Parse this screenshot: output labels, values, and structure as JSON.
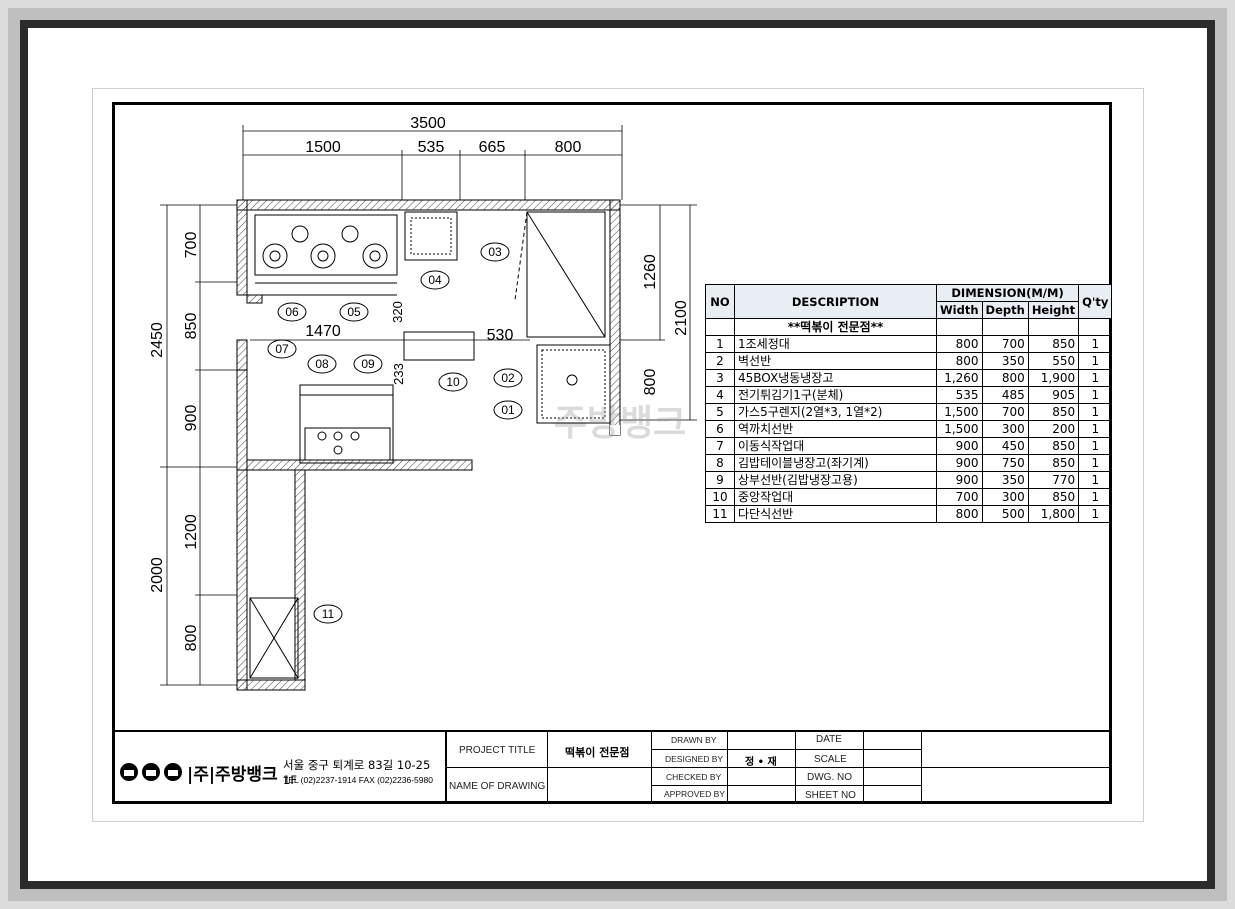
{
  "dims": {
    "total_width": "3500",
    "top": [
      "1500",
      "535",
      "665",
      "800"
    ],
    "left_outer": [
      "2450",
      "2000"
    ],
    "left_inner": [
      "700",
      "850",
      "900",
      "1200",
      "800"
    ],
    "right": [
      "1260",
      "2100",
      "800"
    ],
    "inner": [
      "1470",
      "530",
      "320",
      "233"
    ]
  },
  "callouts": [
    "01",
    "02",
    "03",
    "04",
    "05",
    "06",
    "07",
    "08",
    "09",
    "10",
    "11"
  ],
  "table": {
    "headers": {
      "no": "NO",
      "description": "DESCRIPTION",
      "dimension": "DIMENSION(M/M)",
      "width": "Width",
      "depth": "Depth",
      "height": "Height",
      "qty": "Q'ty"
    },
    "section": "**떡볶이 전문점**",
    "rows": [
      {
        "no": "1",
        "desc": "1조세정대",
        "w": "800",
        "d": "700",
        "h": "850",
        "q": "1"
      },
      {
        "no": "2",
        "desc": "벽선반",
        "w": "800",
        "d": "350",
        "h": "550",
        "q": "1"
      },
      {
        "no": "3",
        "desc": "45BOX냉동냉장고",
        "w": "1,260",
        "d": "800",
        "h": "1,900",
        "q": "1"
      },
      {
        "no": "4",
        "desc": "전기튀김기1구(분체)",
        "w": "535",
        "d": "485",
        "h": "905",
        "q": "1"
      },
      {
        "no": "5",
        "desc": "가스5구렌지(2열*3, 1열*2)",
        "w": "1,500",
        "d": "700",
        "h": "850",
        "q": "1"
      },
      {
        "no": "6",
        "desc": "역까치선반",
        "w": "1,500",
        "d": "300",
        "h": "200",
        "q": "1"
      },
      {
        "no": "7",
        "desc": "이동식작업대",
        "w": "900",
        "d": "450",
        "h": "850",
        "q": "1"
      },
      {
        "no": "8",
        "desc": "김밥테이블냉장고(좌기계)",
        "w": "900",
        "d": "750",
        "h": "850",
        "q": "1"
      },
      {
        "no": "9",
        "desc": "상부선반(김밥냉장고용)",
        "w": "900",
        "d": "350",
        "h": "770",
        "q": "1"
      },
      {
        "no": "10",
        "desc": "중앙작업대",
        "w": "700",
        "d": "300",
        "h": "850",
        "q": "1"
      },
      {
        "no": "11",
        "desc": "다단식선반",
        "w": "800",
        "d": "500",
        "h": "1,800",
        "q": "1"
      }
    ]
  },
  "watermark": "주방뱅크",
  "titleblock": {
    "company": "|주|주방뱅크",
    "address": "서울 중구 퇴계로 83길 10-25 1F",
    "tel": "TEL (02)2237-1914 FAX (02)2236-5980",
    "project_title_label": "PROJECT TITLE",
    "project_title": "떡볶이 전문점",
    "name_of_drawing_label": "NAME OF DRAWING",
    "drawn_by": "DRAWN BY",
    "designed_by": "DESIGNED BY",
    "designer": "정 • 재",
    "checked_by": "CHECKED BY",
    "approved_by": "APPROVED BY",
    "date": "DATE",
    "scale": "SCALE",
    "dwg_no": "DWG. NO",
    "sheet_no": "SHEET NO"
  }
}
